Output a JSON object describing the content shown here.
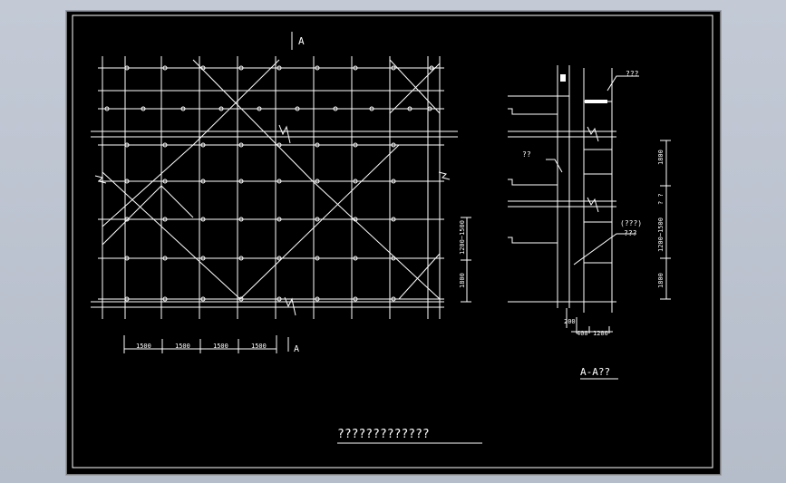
{
  "drawing": {
    "section_mark_top": "A",
    "section_mark_bottom": "A",
    "dimensions_horizontal": [
      "1500",
      "1500",
      "1500",
      "1500"
    ],
    "dimension_vertical_1": "1200~1500",
    "dimension_vertical_2": "1800",
    "section_title": "A-A??",
    "drawing_title": "?????????????",
    "right_labels": {
      "label_top": "???",
      "label_mid": "??",
      "label_note1": "(???)",
      "label_note2": "???",
      "dim_1800_top": "1800",
      "dim_mid": "1200~1500",
      "dim_1800_bottom": "1800",
      "dim_q": "? ?",
      "dim_200": "200",
      "dim_400": "400",
      "dim_1200": "1200"
    }
  },
  "colors": {
    "background": "#000000",
    "line": "#ffffff",
    "window_bg": "#c3cad6"
  }
}
